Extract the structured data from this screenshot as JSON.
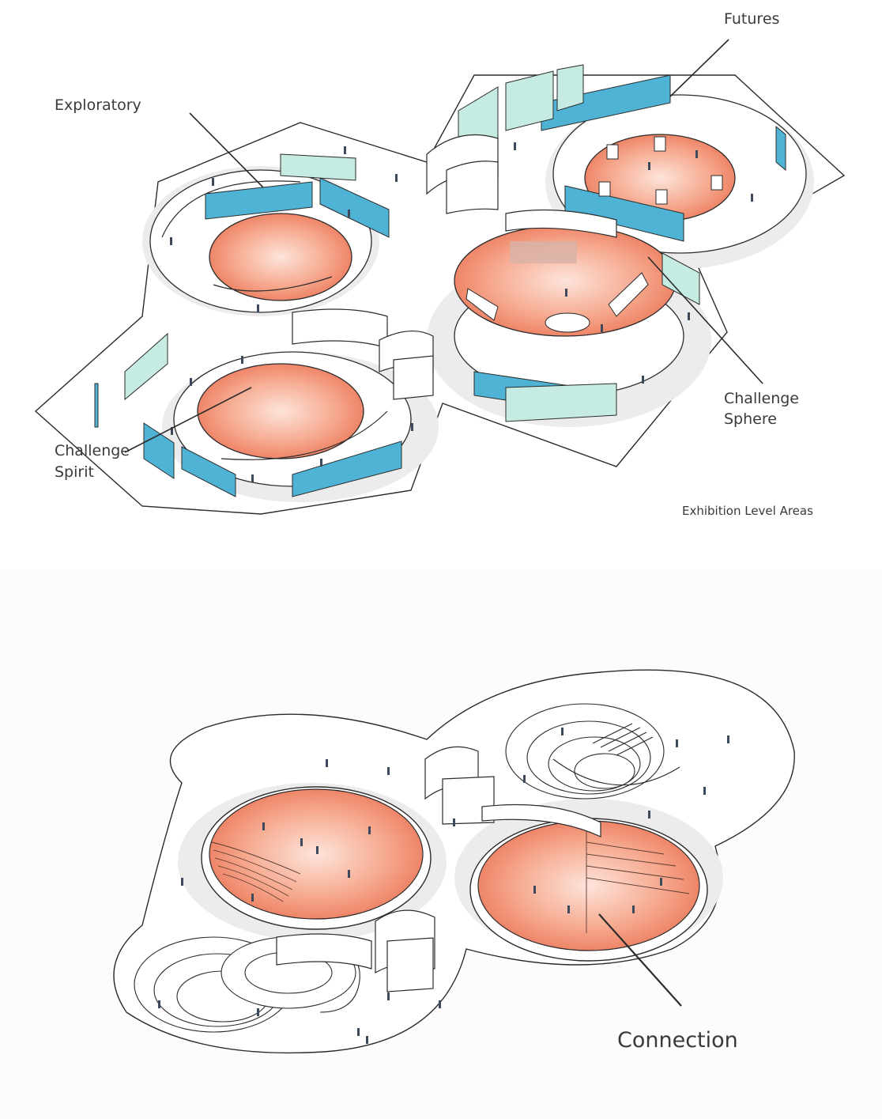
{
  "top_panel": {
    "labels": {
      "futures": "Futures",
      "exploratory": "Exploratory",
      "challenge_sphere": [
        "Challenge",
        "Sphere"
      ],
      "challenge_spirit": [
        "Challenge",
        "Spirit"
      ]
    },
    "caption": "Exhibition Level Areas"
  },
  "bottom_panel": {
    "labels": {
      "connection": "Connection"
    }
  },
  "colors": {
    "floor_orange": "#f08a6c",
    "floor_orange_light": "#fbd4c6",
    "panel_blue": "#4fb3d6",
    "panel_mint": "#c6ebe3",
    "outline": "#2b2b2b",
    "shadow_gray": "#ececec"
  }
}
